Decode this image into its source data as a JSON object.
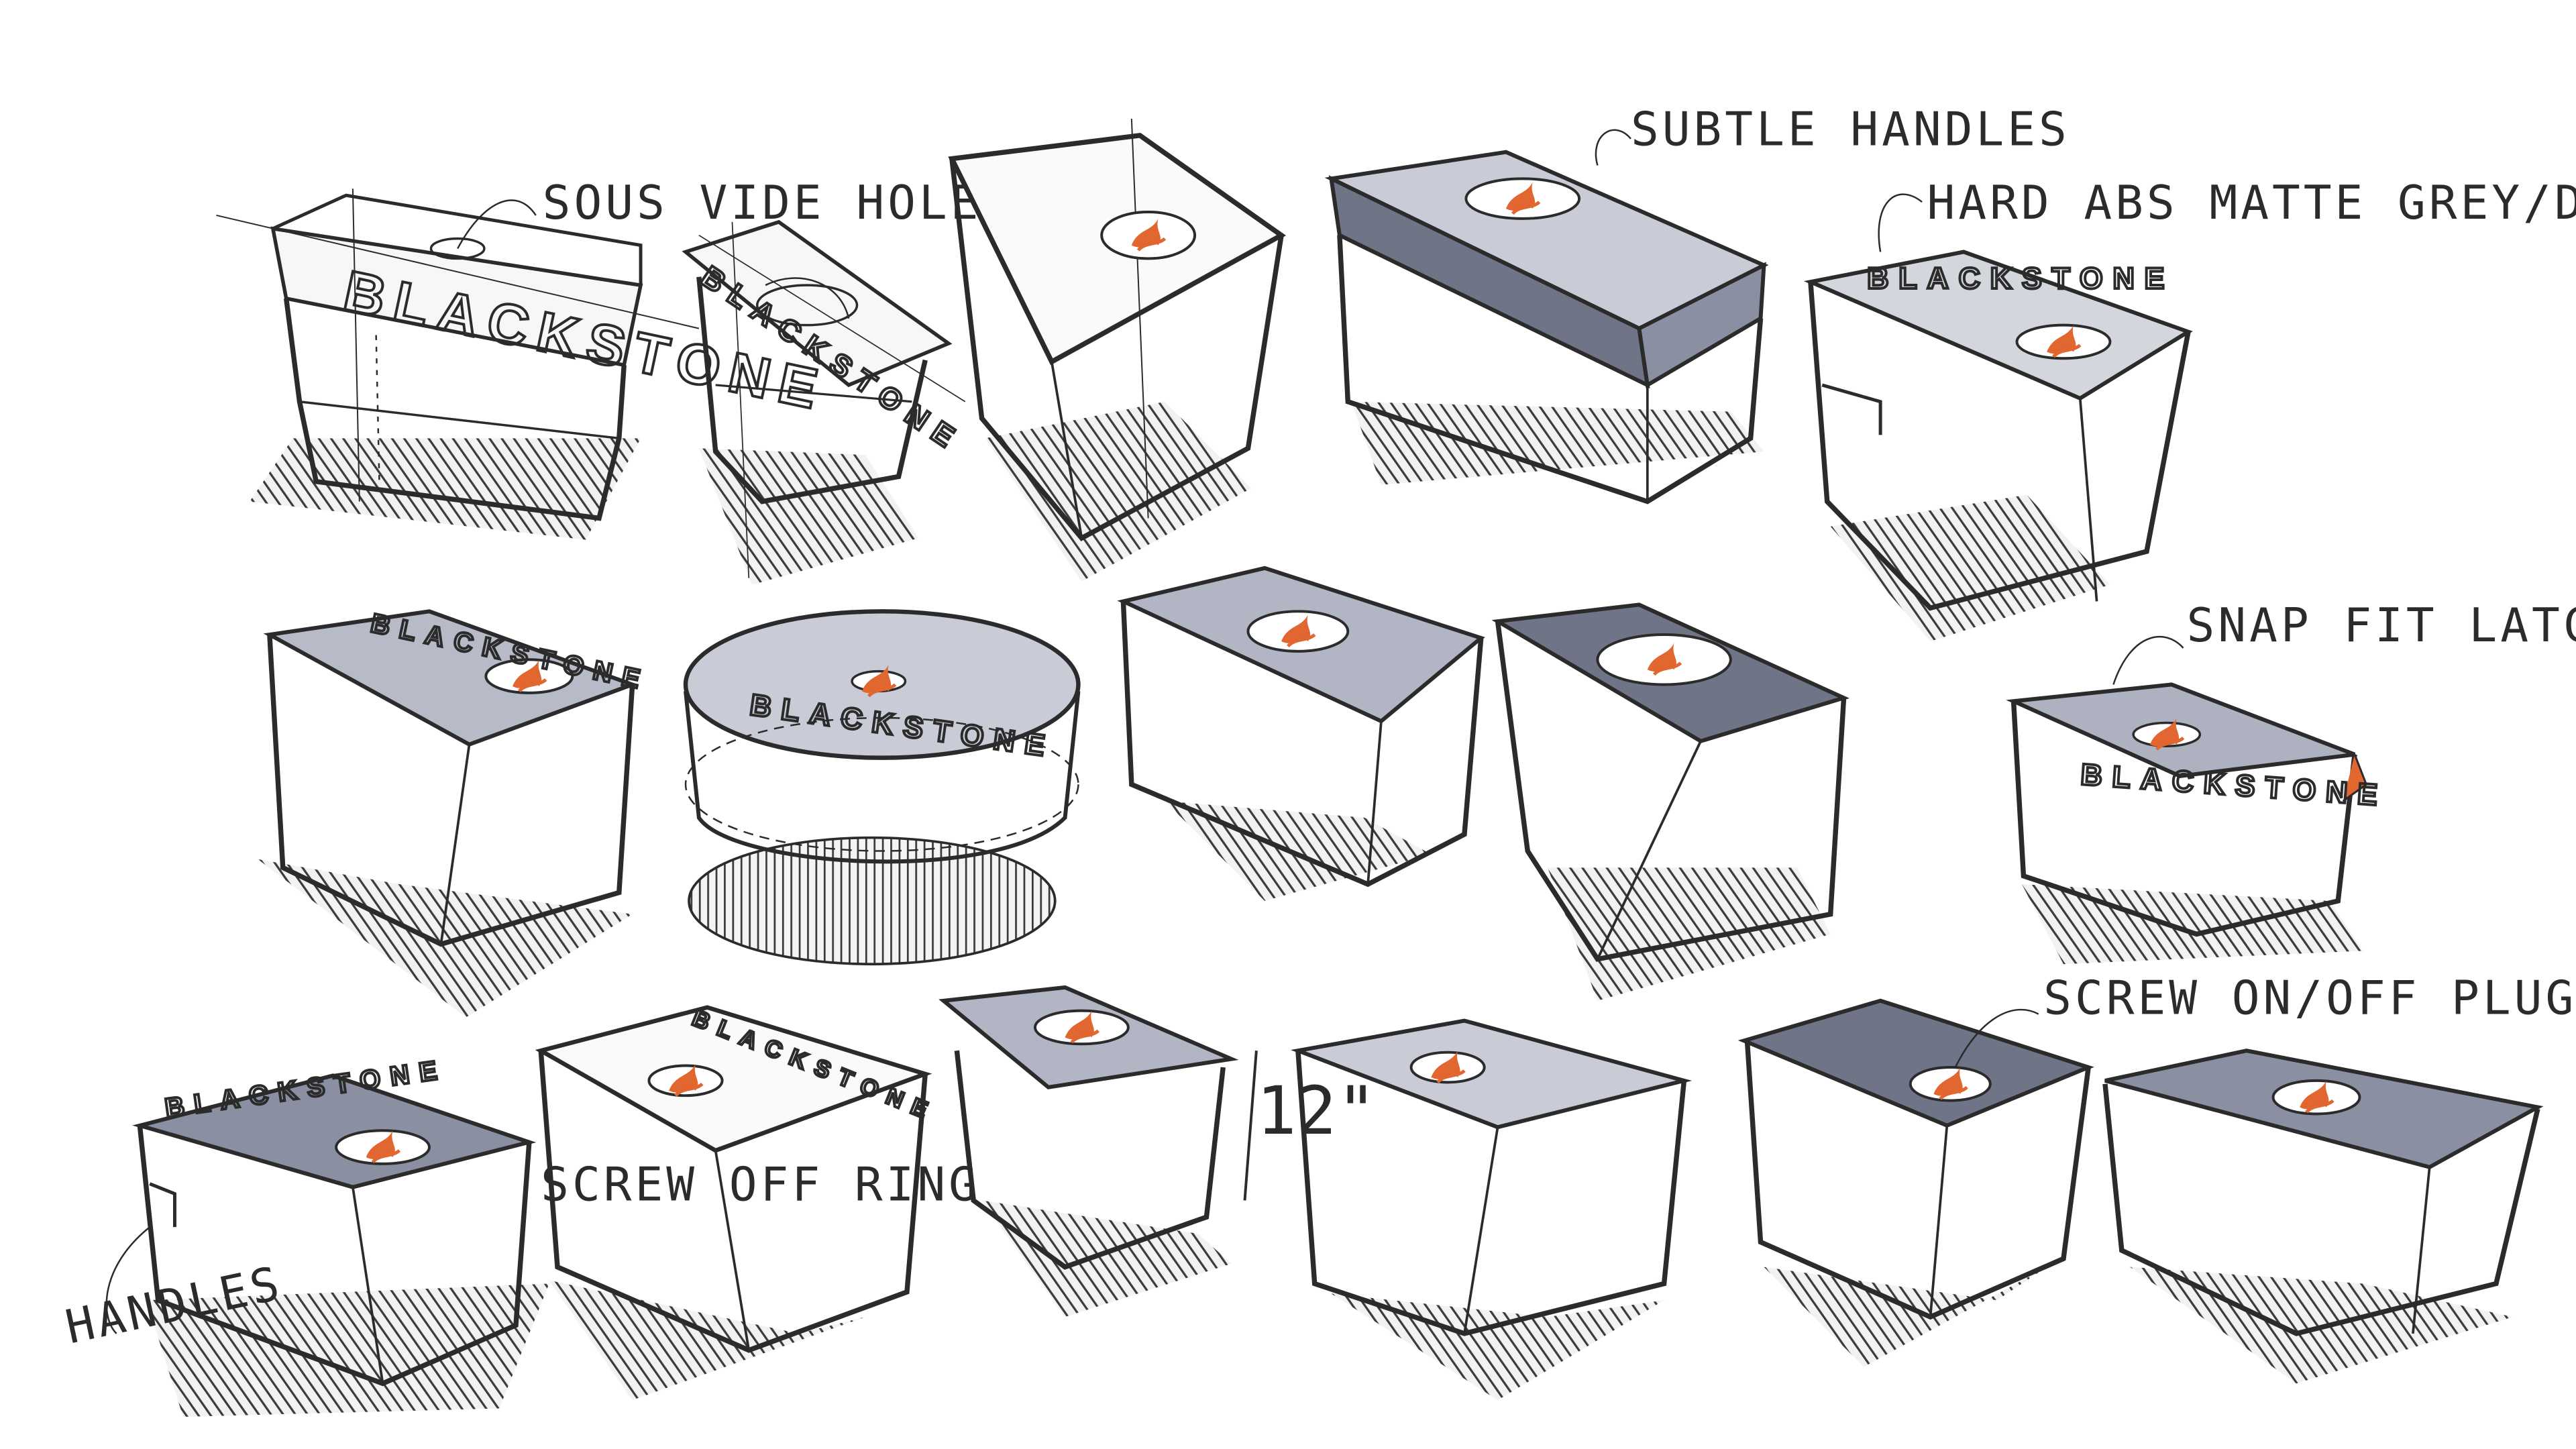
{
  "colors": {
    "ink": "#2b2b2b",
    "marker_grey": "#6f7487",
    "marker_light": "#c9ccd6",
    "flame_orange": "#e1662f",
    "paper": "#ffffff"
  },
  "annotations": {
    "sous_vide_hole": "SOUS VIDE HOLE",
    "side_handles": "SUBTLE HANDLES",
    "hard_abs": "HARD ABS MATTE GREY/DARK",
    "snap_fit": "SNAP FIT LATCHES",
    "screw_on_off_plug": "SCREW ON/OFF PLUG",
    "screw_off_ring": "SCREW OFF RING",
    "handles": "HANDLES",
    "height_dim": "12\""
  },
  "brand_marks": [
    "BLACKSTONE",
    "BLACKSTONE",
    "BLACKSTONE",
    "BLACKSTONE",
    "BLACKSTONE",
    "BLACKSTONE",
    "BLACKSTONE",
    "BLACKSTONE"
  ],
  "icons": {
    "logo": "flame-logo-icon"
  }
}
